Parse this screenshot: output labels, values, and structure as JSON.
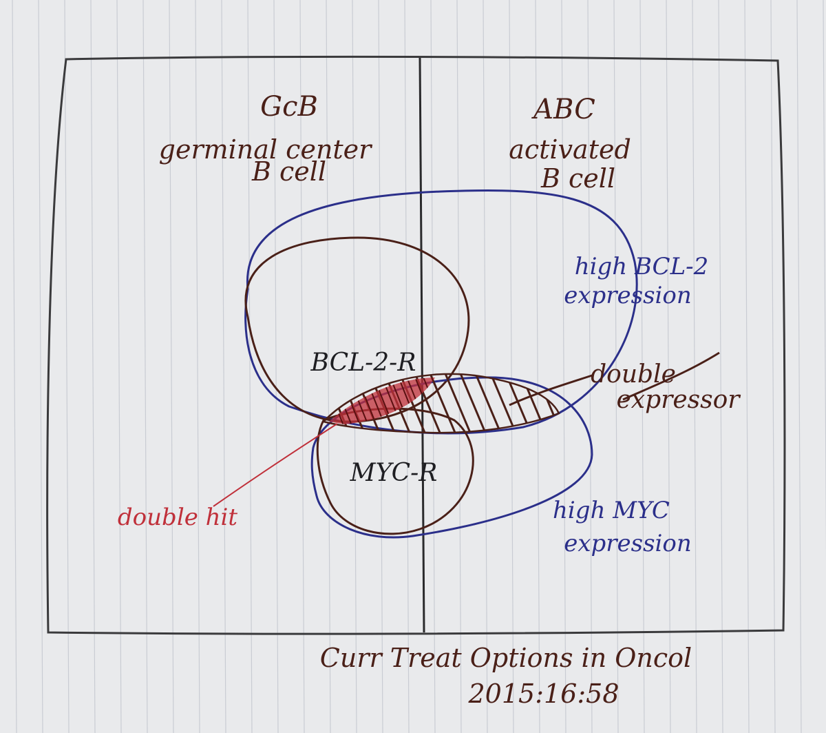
{
  "colors": {
    "paper": "#e9eaec",
    "rule_line": "#c9ccd3",
    "pencil": "#3a3a3c",
    "brown_ink": "#4a2018",
    "blue_ink": "#2b2f8a",
    "red_ink": "#c0303a"
  },
  "regions": {
    "left_title": "GcB",
    "left_desc_line1": "germinal center",
    "left_desc_line2": "B cell",
    "right_title": "ABC",
    "right_desc_line1": "activated",
    "right_desc_line2": "B cell"
  },
  "labels": {
    "bcl2_rearranged": "BCL-2-R",
    "myc_rearranged": "MYC-R",
    "high_bcl2_line1": "high BCL-2",
    "high_bcl2_line2": "expression",
    "high_myc_line1": "high MYC",
    "high_myc_line2": "expression",
    "double_expressor_line1": "double",
    "double_expressor_line2": "expressor",
    "double_hit": "double hit"
  },
  "footer": {
    "line1": "Curr Treat Options in Oncol",
    "line2": "2015:16:58"
  }
}
